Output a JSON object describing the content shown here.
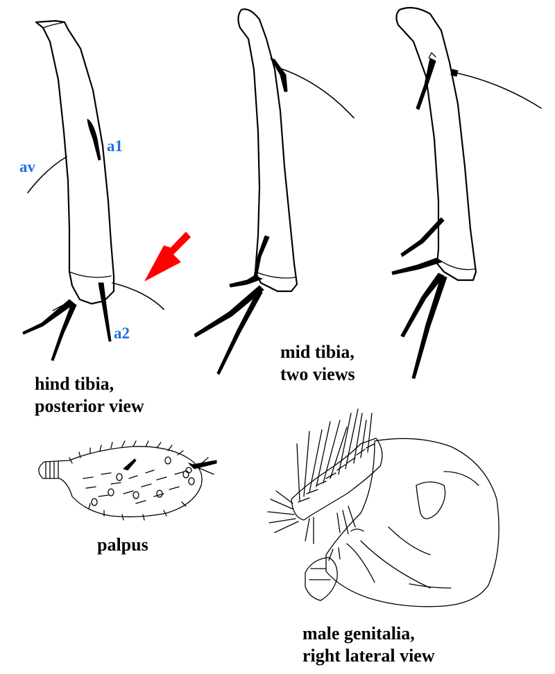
{
  "captions": {
    "hind_tibia": [
      "hind tibia,",
      "posterior view"
    ],
    "mid_tibia": [
      "mid tibia,",
      "two views"
    ],
    "palpus": [
      "palpus"
    ],
    "male_genitalia": [
      "male genitalia,",
      "right lateral view"
    ]
  },
  "labels": {
    "a1": "a1",
    "av": "av",
    "a2": "a2"
  },
  "colors": {
    "label_blue": "#1f6fe0",
    "arrow_red": "#ff0000",
    "ink": "#000000"
  },
  "icons": {
    "pointer": "red-arrow-icon"
  }
}
